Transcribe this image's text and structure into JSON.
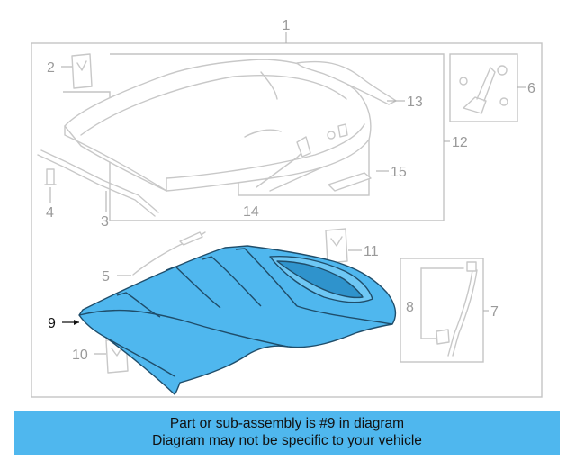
{
  "diagram": {
    "callouts": [
      "1",
      "2",
      "3",
      "4",
      "5",
      "6",
      "7",
      "8",
      "9",
      "10",
      "11",
      "12",
      "13",
      "14",
      "15"
    ],
    "highlighted_part": "9",
    "colors": {
      "highlight": "#4fb7ee",
      "outline": "#1f4d6a",
      "ghost": "#c8c8c8",
      "banner": "#4fb7ee"
    }
  },
  "banner": {
    "line1": "Part or sub-assembly is #9 in diagram",
    "line2": "Diagram may not be specific to your vehicle"
  }
}
